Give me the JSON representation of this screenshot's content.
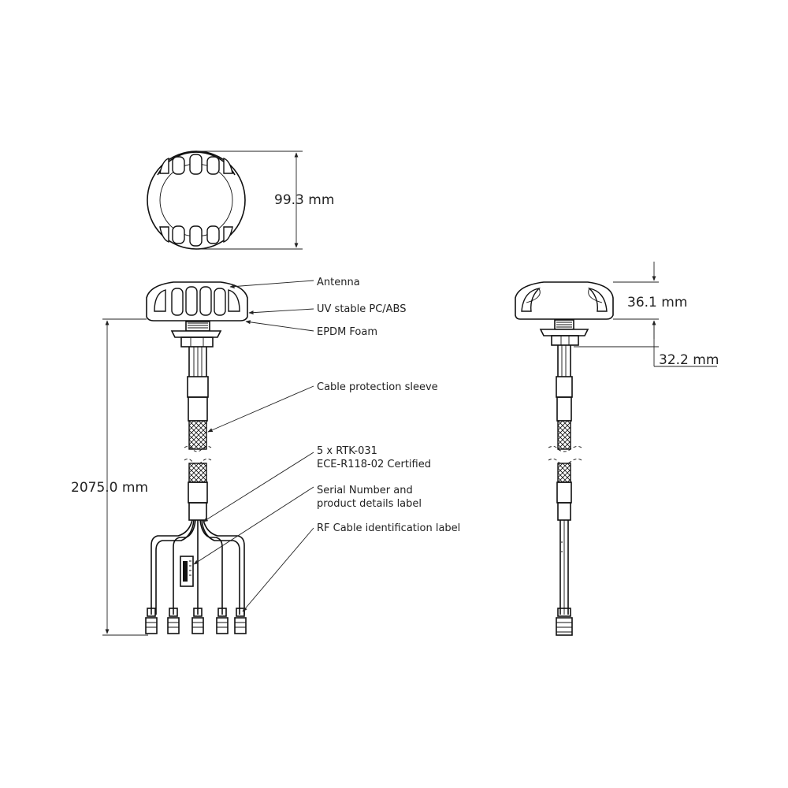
{
  "dimensions": {
    "diameter": "99.3 mm",
    "length": "2075.0 mm",
    "height": "36.1 mm",
    "base": "32.2 mm"
  },
  "callouts": {
    "antenna": "Antenna",
    "housing": "UV stable PC/ABS",
    "foam": "EPDM Foam",
    "sleeve": "Cable protection sleeve",
    "rtk_line1": "5 x RTK-031",
    "rtk_line2": "ECE-R118-02 Certified",
    "serial_line1": "Serial Number and",
    "serial_line2": "product details label",
    "rf_label": "RF Cable identification label"
  }
}
